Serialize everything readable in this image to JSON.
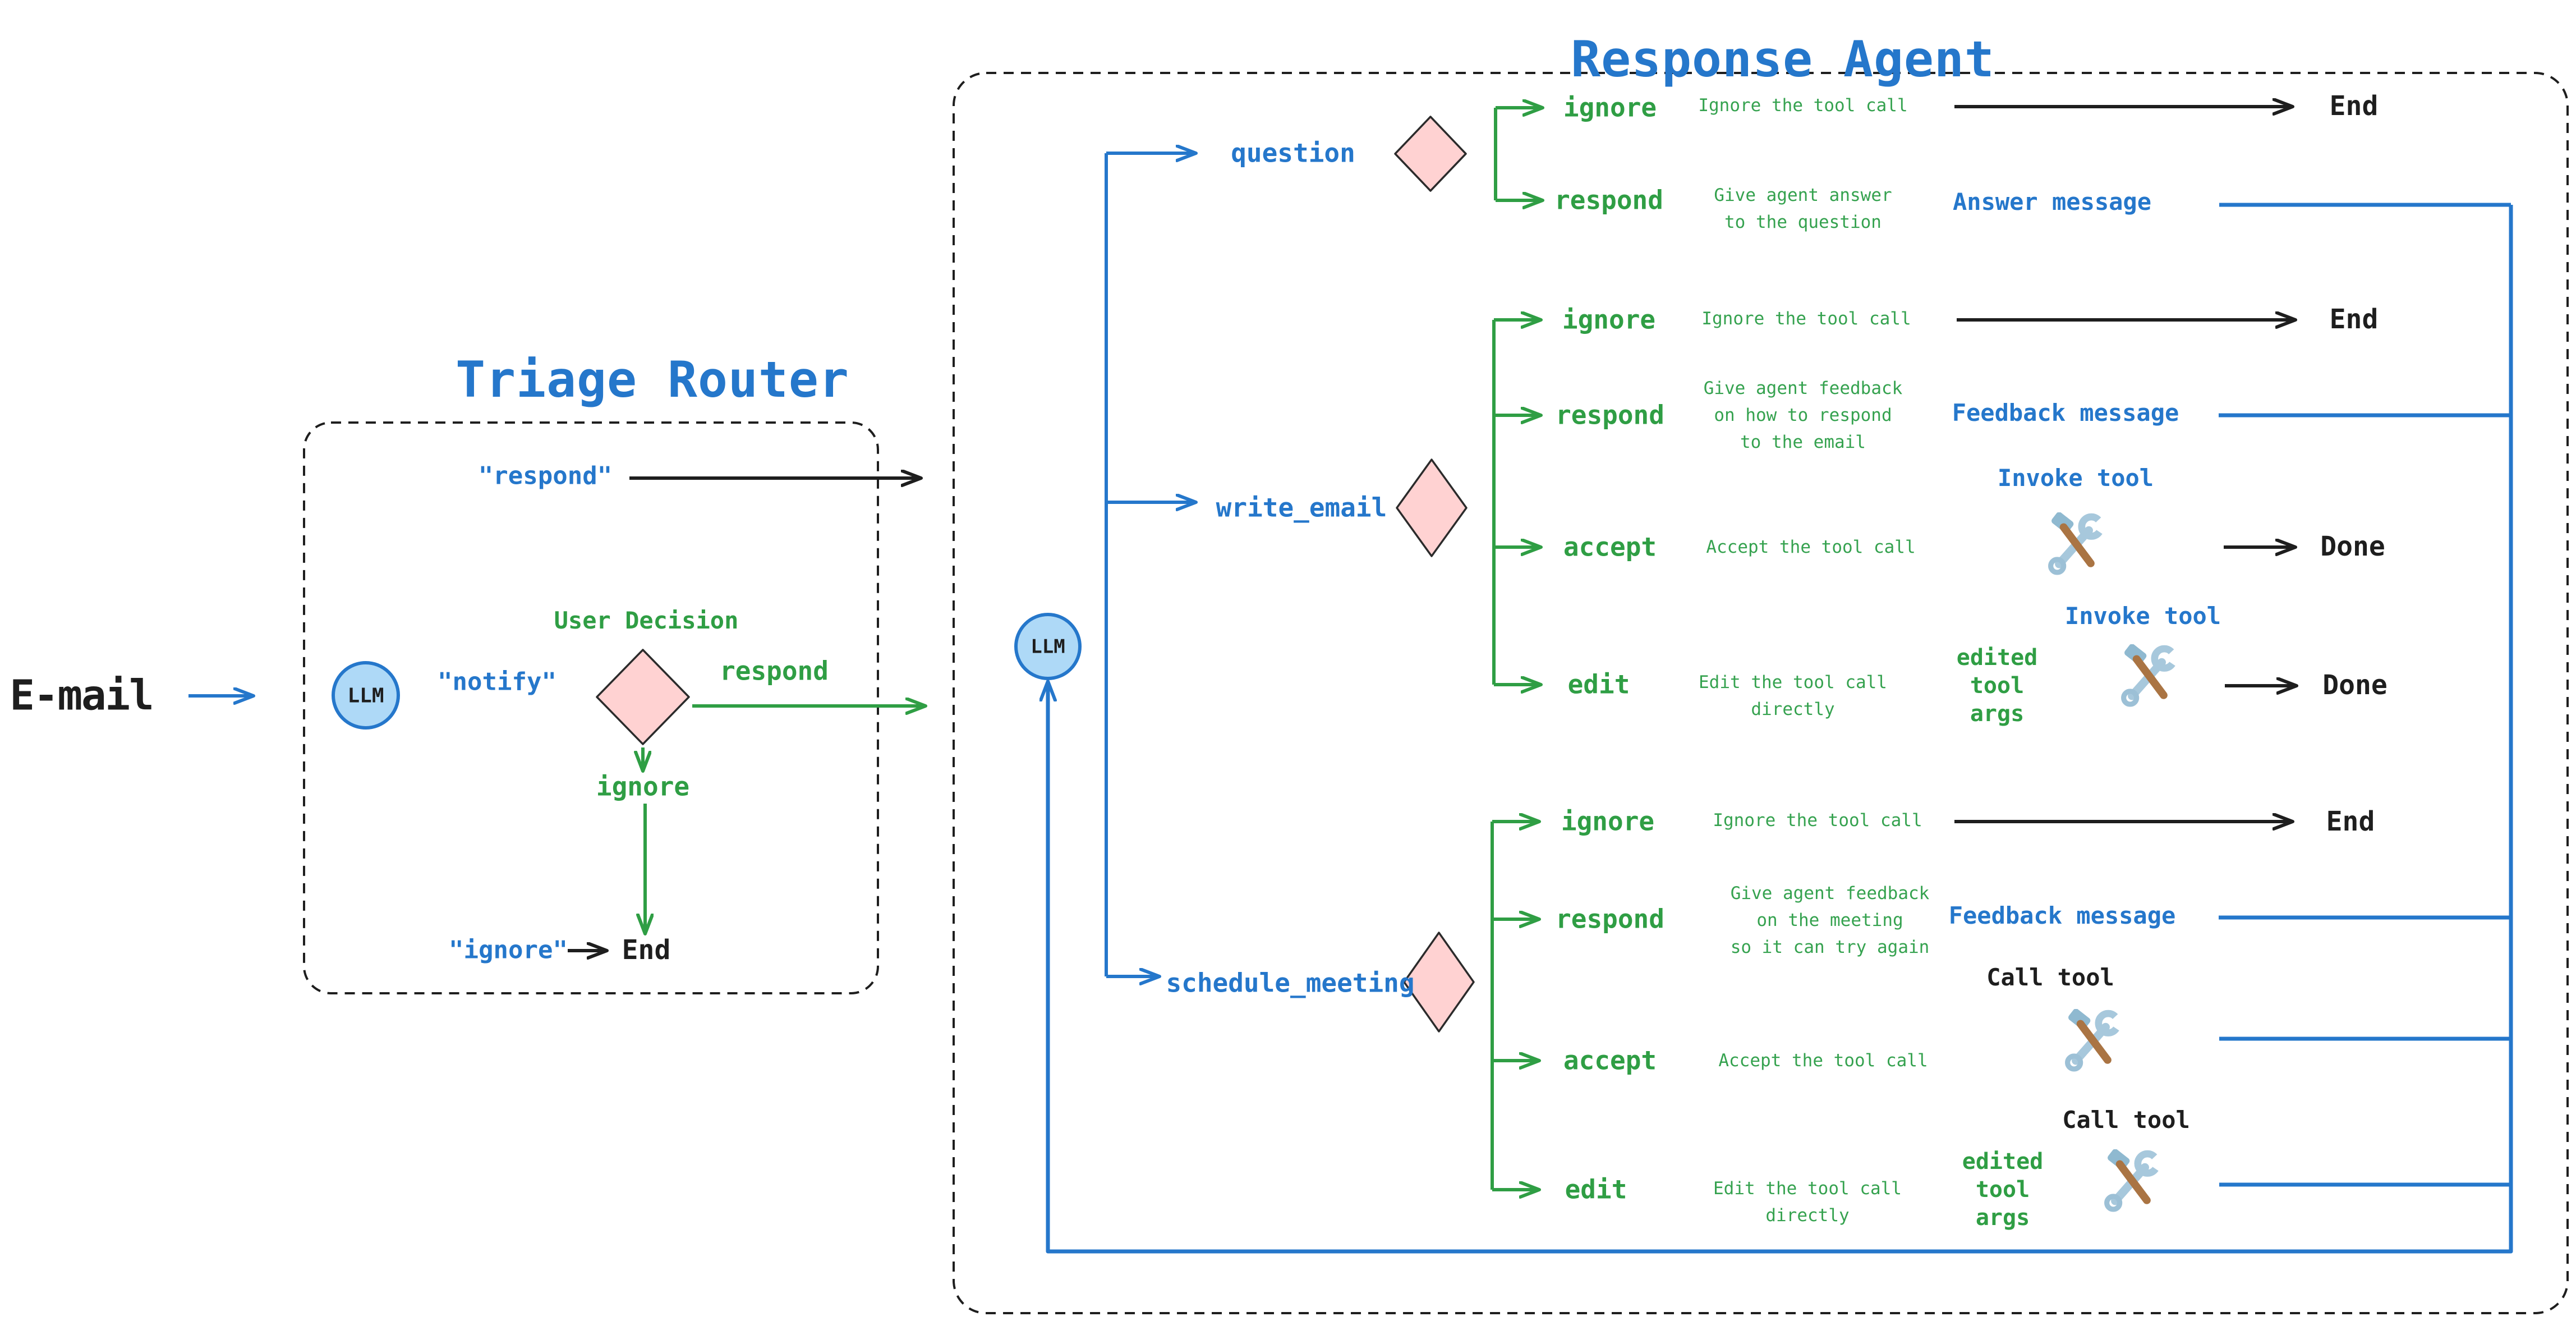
{
  "email_label": "E-mail",
  "triage_router": {
    "title": "Triage Router",
    "llm": "LLM",
    "respond_out": "\"respond\"",
    "notify_out": "\"notify\"",
    "ignore_out": "\"ignore\"",
    "decision": {
      "label": "User Decision",
      "respond": "respond",
      "ignore": "ignore"
    },
    "end": "End"
  },
  "response_agent": {
    "title": "Response Agent",
    "llm": "LLM",
    "question": {
      "label": "question",
      "ignore": {
        "label": "ignore",
        "desc": "Ignore the tool call",
        "end": "End"
      },
      "respond": {
        "label": "respond",
        "desc": "Give agent answer\nto the question",
        "output": "Answer message"
      }
    },
    "write_email": {
      "label": "write_email",
      "ignore": {
        "label": "ignore",
        "desc": "Ignore the tool call",
        "end": "End"
      },
      "respond": {
        "label": "respond",
        "desc": "Give agent feedback\non how to respond\nto the email",
        "output": "Feedback message"
      },
      "accept": {
        "label": "accept",
        "desc": "Accept the tool call",
        "tool_label": "Invoke tool",
        "tool_icon": "🛠️",
        "done": "Done"
      },
      "edit": {
        "label": "edit",
        "desc": "Edit the tool call\ndirectly",
        "args": "edited\ntool\nargs",
        "tool_label": "Invoke tool",
        "tool_icon": "🛠️",
        "done": "Done"
      }
    },
    "schedule_meeting": {
      "label": "schedule_meeting",
      "ignore": {
        "label": "ignore",
        "desc": "Ignore the tool call",
        "end": "End"
      },
      "respond": {
        "label": "respond",
        "desc": "Give agent feedback\non the meeting\nso it can try again",
        "output": "Feedback message"
      },
      "accept": {
        "label": "accept",
        "desc": "Accept the tool call",
        "tool_label": "Call tool",
        "tool_icon": "🛠️"
      },
      "edit": {
        "label": "edit",
        "desc": "Edit the tool call\ndirectly",
        "args": "edited\ntool\nargs",
        "tool_label": "Call tool",
        "tool_icon": "🛠️"
      }
    }
  },
  "colors": {
    "blue": "#2577cb",
    "green": "#2f9e44",
    "black": "#1e1e1e",
    "diamond_fill": "#ffd2d2",
    "llm_fill": "#aed9f7"
  }
}
